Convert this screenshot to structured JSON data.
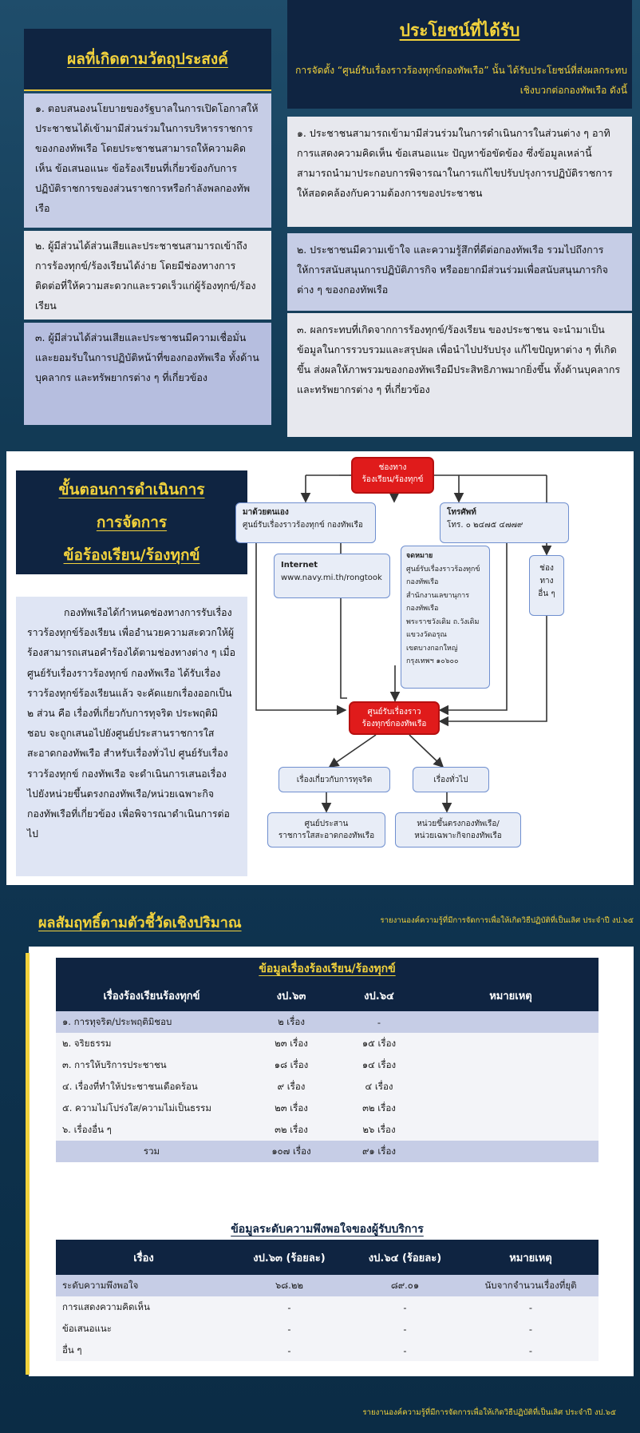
{
  "objectives": {
    "title": "ผลที่เกิดตามวัตถุประสงค์",
    "items": [
      "๑. ตอบสนองนโยบายของรัฐบาลในการเปิดโอกาสให้ประชาชนได้เข้ามามีส่วนร่วมในการบริหารราชการของกองทัพเรือ โดยประชาชนสามารถให้ความคิดเห็น ข้อเสนอแนะ ข้อร้องเรียนที่เกี่ยวข้องกับการปฏิบัติราชการของส่วนราชการหรือกำลังพลกองทัพเรือ",
      "๒. ผู้มีส่วนได้ส่วนเสียและประชาชนสามารถเข้าถึงการร้องทุกข์/ร้องเรียนได้ง่าย โดยมีช่องทางการติดต่อที่ให้ความสะดวกและรวดเร็วแก่ผู้ร้องทุกข์/ร้องเรียน",
      "๓. ผู้มีส่วนได้ส่วนเสียและประชาชนมีความเชื่อมั่น และยอมรับในการปฏิบัติหน้าที่ของกองทัพเรือ ทั้งด้านบุคลากร และทรัพยากรต่าง ๆ ที่เกี่ยวข้อง"
    ]
  },
  "benefits": {
    "title": "ประโยชน์ที่ได้รับ",
    "subtitle": "การจัดตั้ง “ศูนย์รับเรื่องราวร้องทุกข์กองทัพเรือ” นั้น ได้รับประโยชน์ที่ส่งผลกระทบเชิงบวกต่อกองทัพเรือ ดังนี้",
    "items": [
      "๑. ประชาชนสามารถเข้ามามีส่วนร่วมในการดำเนินการในส่วนต่าง ๆ อาทิ การแสดงความคิดเห็น ข้อเสนอแนะ ปัญหาข้อขัดข้อง ซึ่งข้อมูลเหล่านี้สามารถนำมาประกอบการพิจารณาในการแก้ไขปรับปรุงการปฏิบัติราชการให้สอดคล้องกับความต้องการของประชาชน",
      "๒. ประชาชนมีความเข้าใจ และความรู้สึกที่ดีต่อกองทัพเรือ รวมไปถึงการให้การสนับสนุนการปฏิบัติภารกิจ หรืออยากมีส่วนร่วมเพื่อสนับสนุนภารกิจต่าง ๆ ของกองทัพเรือ",
      "๓. ผลกระทบที่เกิดจากการร้องทุกข์/ร้องเรียน ของประชาชน จะนำมาเป็นข้อมูลในการรวบรวมและสรุปผล เพื่อนำไปปรับปรุง แก้ไขปัญหาต่าง ๆ ที่เกิดขึ้น ส่งผลให้ภาพรวมของกองทัพเรือมีประสิทธิภาพมากยิ่งขึ้น ทั้งด้านบุคลากร และทรัพยากรต่าง ๆ ที่เกี่ยวข้อง"
    ]
  },
  "process": {
    "title_lines": [
      "ขั้นตอนการดำเนินการ",
      "การจัดการ",
      "ข้อร้องเรียน/ร้องทุกข์"
    ],
    "body": "กองทัพเรือได้กำหนดช่องทางการรับเรื่องราวร้องทุกข์ร้องเรียน เพื่ออำนวยความสะดวกให้ผู้ร้องสามารถเสนอคำร้องได้ตามช่องทางต่าง ๆ เมื่อศูนย์รับเรื่องราวร้องทุกข์ กองทัพเรือ ได้รับเรื่องราวร้องทุกข์ร้องเรียนแล้ว จะคัดแยกเรื่องออกเป็น ๒ ส่วน คือ เรื่องที่เกี่ยวกับการทุจริต ประพฤติมิชอบ จะถูกเสนอไปยังศูนย์ประสานราชการใสสะอาดกองทัพเรือ สำหรับเรื่องทั่วไป ศูนย์รับเรื่องราวร้องทุกข์ กองทัพเรือ จะดำเนินการเสนอเรื่องไปยังหน่วยขึ้นตรงกองทัพเรือ/หน่วยเฉพาะกิจกองทัพเรือที่เกี่ยวข้อง เพื่อพิจารณาดำเนินการต่อไป"
  },
  "flow": {
    "top": [
      "ช่องทาง",
      "ร้องเรียน/ร้องทุกข์"
    ],
    "walkin": [
      "มาด้วยตนเอง",
      "ศูนย์รับเรื่องราวร้องทุกข์ กองทัพเรือ"
    ],
    "phone": [
      "โทรศัพท์",
      "โทร. ๐ ๒๔๗๕ ๔๗๗๙"
    ],
    "internet": [
      "Internet",
      "www.navy.mi.th/rongtook"
    ],
    "mail": [
      "จดหมาย",
      "ศูนย์รับเรื่องราวร้องทุกข์",
      "กองทัพเรือ",
      "สำนักงานเลขานุการ",
      "กองทัพเรือ",
      "พระราชวังเดิม ถ.วังเดิม",
      "แขวงวัดอรุณ",
      "เขตบางกอกใหญ่",
      "กรุงเทพฯ ๑๐๖๐๐"
    ],
    "other": [
      "ช่อง",
      "ทาง",
      "อื่น ๆ"
    ],
    "center": [
      "ศูนย์รับเรื่องราว",
      "ร้องทุกข์กองทัพเรือ"
    ],
    "corrupt": "เรื่องเกี่ยวกับการทุจริต",
    "general": "เรื่องทั่วไป",
    "coord": [
      "ศูนย์ประสาน",
      "ราชการใสสะอาดกองทัพเรือ"
    ],
    "units": [
      "หน่วยขึ้นตรงกองทัพเรือ/",
      "หน่วยเฉพาะกิจกองทัพเรือ"
    ]
  },
  "quant": {
    "title": "ผลสัมฤทธิ์ตามตัวชี้วัดเชิงปริมาณ",
    "report": "รายงานองค์ความรู้ที่มีการจัดการเพื่อให้เกิดวิธีปฏิบัติที่เป็นเลิศ ประจำปี งป.๖๕"
  },
  "complaints_table": {
    "caption": "ข้อมูลเรื่องร้องเรียน/ร้องทุกข์",
    "headers": [
      "เรื่องร้องเรียนร้องทุกข์",
      "งป.๖๓",
      "งป.๖๔",
      "หมายเหตุ"
    ],
    "rows": [
      [
        "๑. การทุจริต/ประพฤติมิชอบ",
        "๒ เรื่อง",
        "-",
        ""
      ],
      [
        "๒. จริยธรรม",
        "๒๓ เรื่อง",
        "๑๕ เรื่อง",
        ""
      ],
      [
        "๓. การให้บริการประชาชน",
        "๑๘ เรื่อง",
        "๑๔ เรื่อง",
        ""
      ],
      [
        "๔. เรื่องที่ทำให้ประชาชนเดือดร้อน",
        "๙ เรื่อง",
        "๔ เรื่อง",
        ""
      ],
      [
        "๕. ความไม่โปร่งใส/ความไม่เป็นธรรม",
        "๒๓ เรื่อง",
        "๓๒ เรื่อง",
        ""
      ],
      [
        "๖. เรื่องอื่น ๆ",
        "๓๒ เรื่อง",
        "๒๖ เรื่อง",
        ""
      ]
    ],
    "total": [
      "รวม",
      "๑๐๗ เรื่อง",
      "๙๑ เรื่อง",
      ""
    ]
  },
  "satisfaction_table": {
    "caption": "ข้อมูลระดับความพึงพอใจของผู้รับบริการ",
    "headers": [
      "เรื่อง",
      "งป.๖๓ (ร้อยละ)",
      "งป.๖๔ (ร้อยละ)",
      "หมายเหตุ"
    ],
    "rows": [
      [
        "ระดับความพึงพอใจ",
        "๖๘.๒๒",
        "๘๙.๐๑",
        "นับจากจำนวนเรื่องที่ยุติ"
      ],
      [
        "การแสดงความคิดเห็น",
        "-",
        "-",
        "-"
      ],
      [
        "ข้อเสนอแนะ",
        "-",
        "-",
        "-"
      ],
      [
        "อื่น ๆ",
        "-",
        "-",
        "-"
      ]
    ]
  },
  "footer": "รายงานองค์ความรู้ที่มีการจัดการเพื่อให้เกิดวิธีปฏิบัติที่เป็นเลิศ ประจำปี งป.๖๕"
}
